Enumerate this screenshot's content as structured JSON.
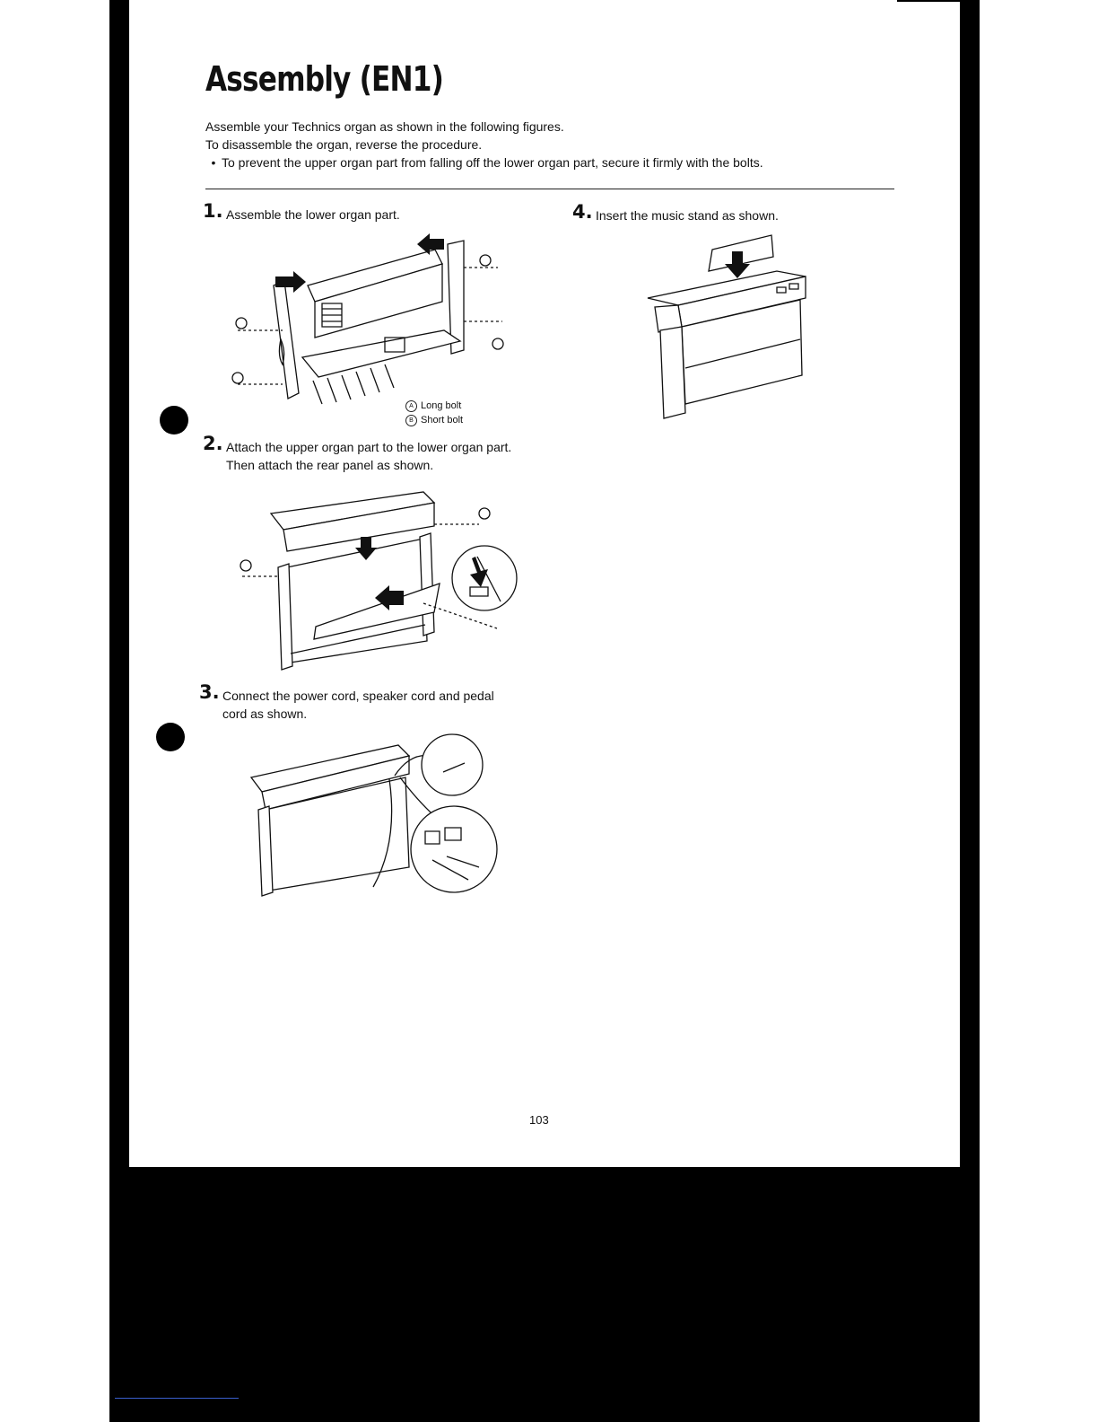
{
  "document": {
    "title": "Assembly (EN1)",
    "intro": [
      "Assemble your Technics organ as shown in the following figures.",
      "To disassemble the organ, reverse the procedure."
    ],
    "bullet_symbol": "•",
    "bullet": "To prevent the upper organ part from falling off the lower organ part, secure it firmly with the bolts.",
    "steps": [
      {
        "number": "1.",
        "text": "Assemble the lower organ part."
      },
      {
        "number": "2.",
        "text": "Attach the upper organ part to the lower organ part. Then attach the rear panel as shown."
      },
      {
        "number": "3.",
        "text": "Connect the power cord, speaker cord and pedal cord as shown."
      },
      {
        "number": "4.",
        "text": "Insert the music stand as shown."
      }
    ],
    "legend": [
      {
        "mark": "A",
        "label": "Long bolt"
      },
      {
        "mark": "B",
        "label": "Short bolt"
      }
    ],
    "page_number": "103"
  }
}
